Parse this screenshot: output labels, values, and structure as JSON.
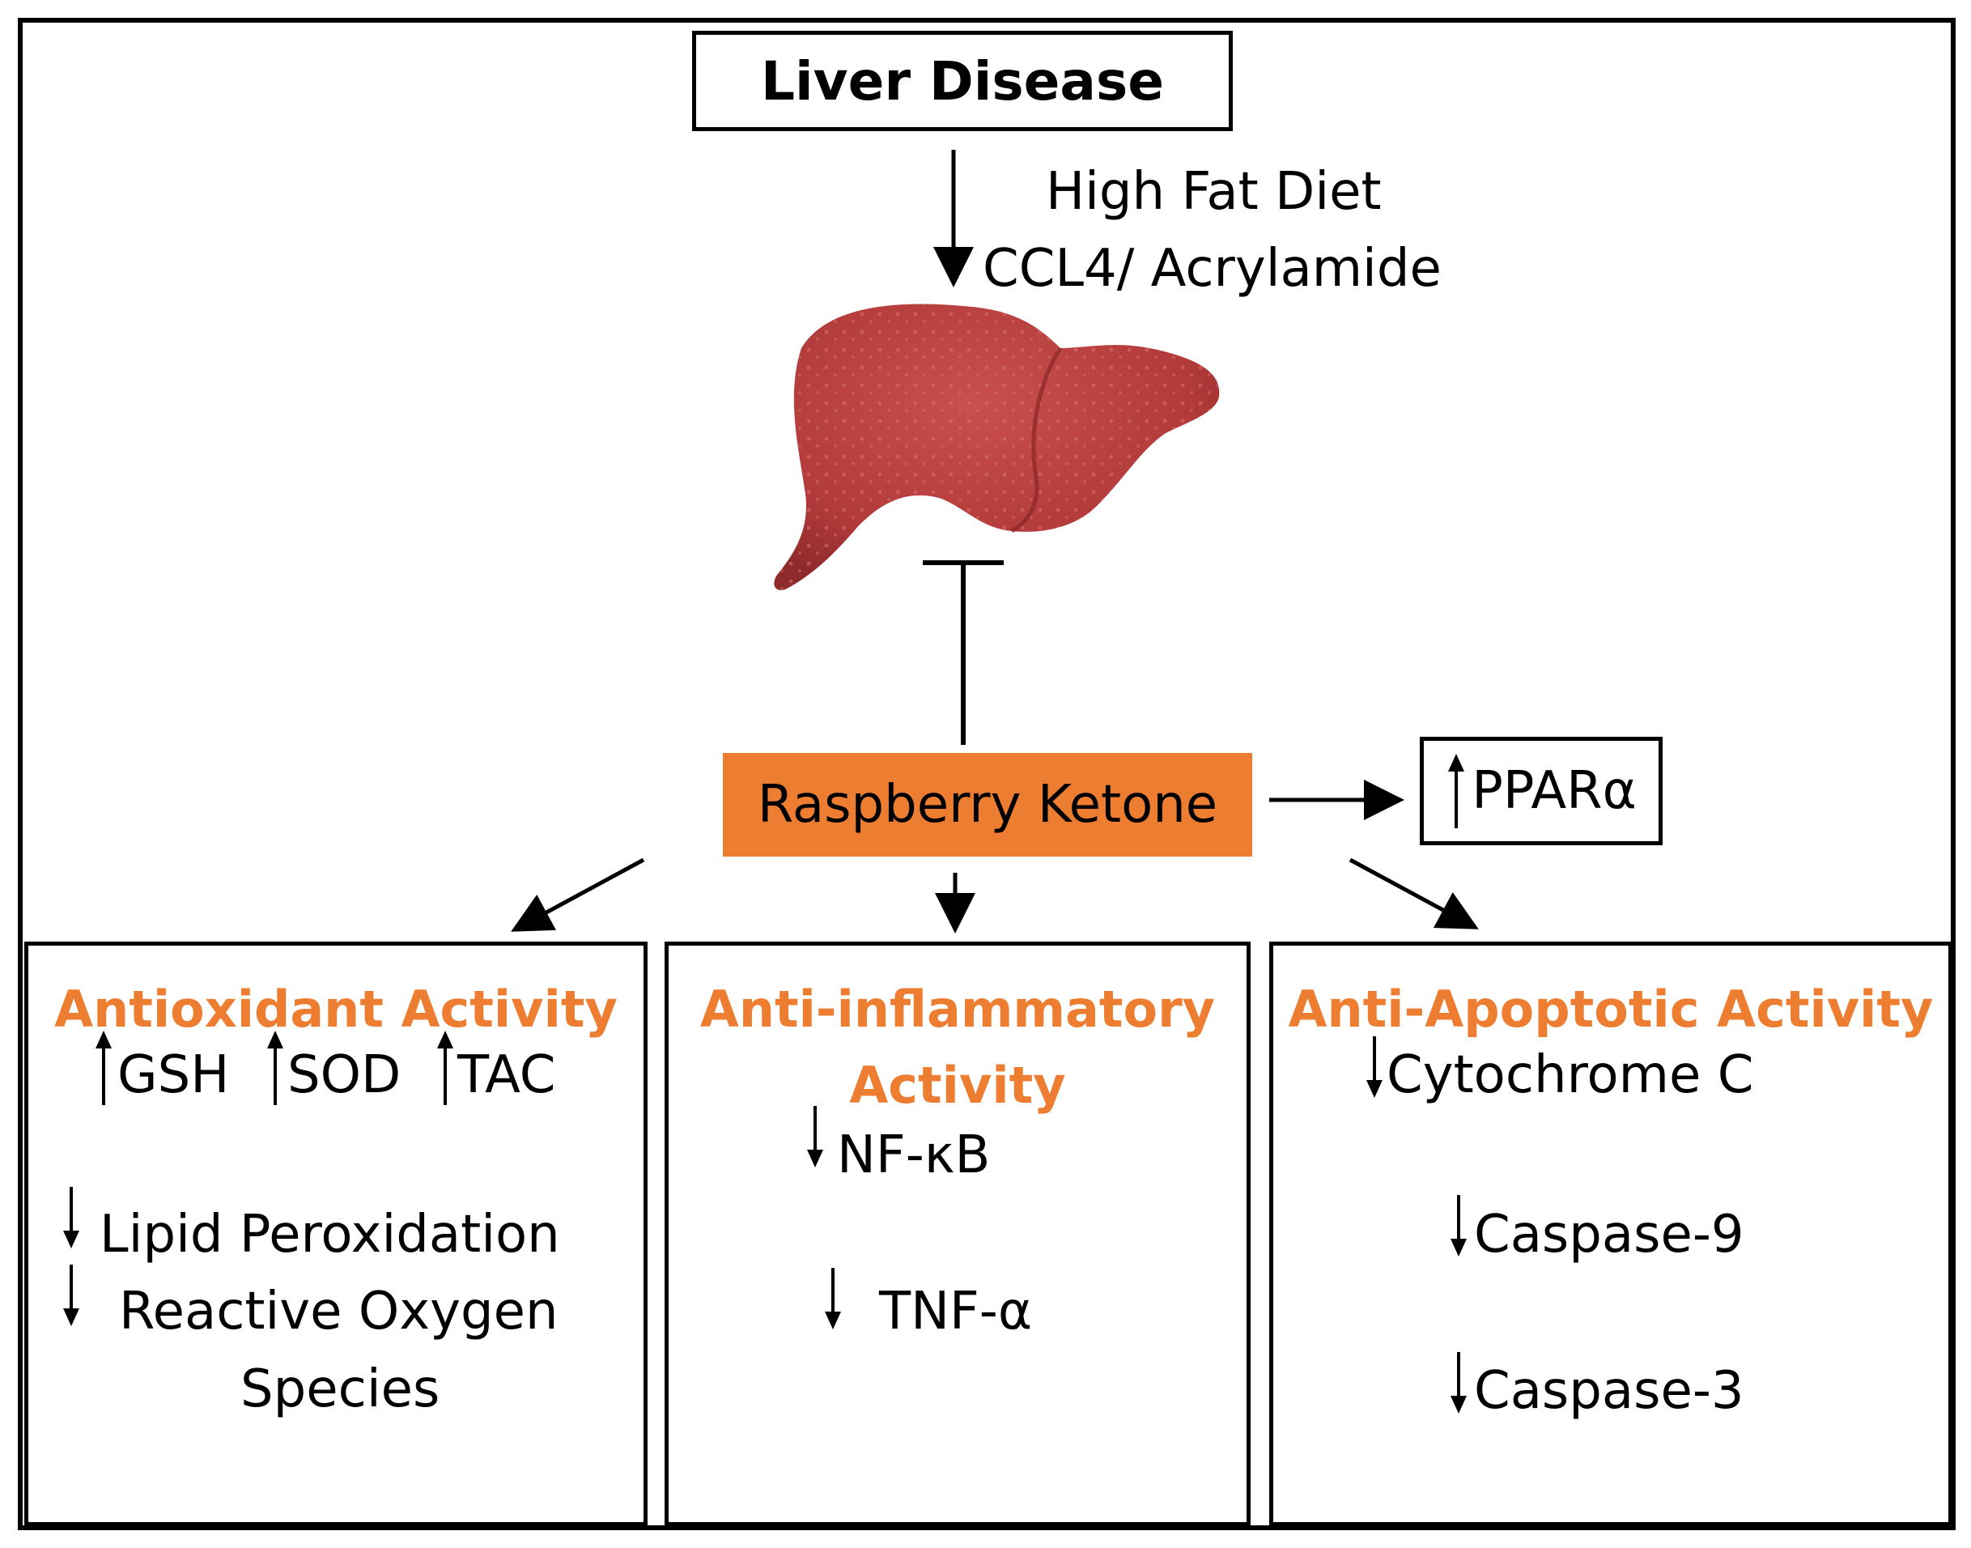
{
  "top": {
    "title": "Liver Disease",
    "cause_1": "High Fat Diet",
    "cause_2": "CCL4/ Acrylamide"
  },
  "center": {
    "label": "Raspberry Ketone",
    "target": "PPARα"
  },
  "panels": {
    "antioxidant": {
      "title": "Antioxidant Activity",
      "up_1": "GSH",
      "up_2": "SOD",
      "up_3": "TAC",
      "down_1": "Lipid Peroxidation",
      "down_2_line1": "Reactive Oxygen",
      "down_2_line2": "Species"
    },
    "anti_inflammatory": {
      "title_line1": "Anti-inflammatory",
      "title_line2": "Activity",
      "down_1": "NF-κB",
      "down_2": "TNF-α"
    },
    "anti_apoptotic": {
      "title": "Anti-Apoptotic Activity",
      "step_1": "Cytochrome C",
      "step_2": "Caspase-9",
      "step_3": "Caspase-3"
    }
  },
  "colors": {
    "accent": "#ED7D31",
    "liver": "#B23A3A",
    "border": "#000000"
  },
  "icons": {
    "organ": "liver-icon",
    "up": "up-arrow-icon",
    "down": "down-arrow-icon"
  }
}
